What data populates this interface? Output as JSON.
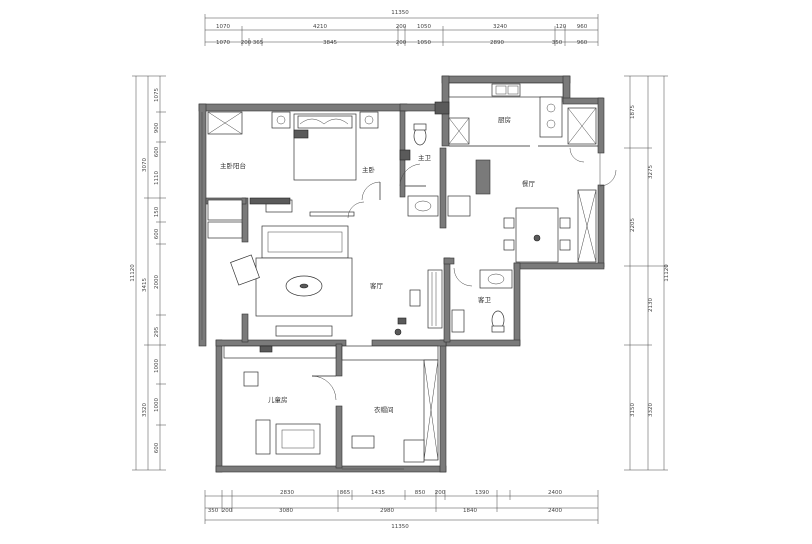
{
  "dimensions": {
    "top_row1": [
      "1070",
      "4210",
      "200",
      "1050",
      "3240",
      "120",
      "960"
    ],
    "top_row2": [
      "1070",
      "200",
      "365",
      "3845",
      "200",
      "1050",
      "2890",
      "350",
      "960"
    ],
    "top_total": "11350",
    "bottom_row1": [
      "2830",
      "865",
      "1435",
      "850",
      "200",
      "1390",
      "2400"
    ],
    "bottom_row2": [
      "350",
      "200",
      "3080",
      "2980",
      "1840",
      "2400"
    ],
    "bottom_total": "11350",
    "left_outer": [
      "3070",
      "3415",
      "3320"
    ],
    "left_inner": [
      "1075",
      "900",
      "600",
      "1110",
      "150",
      "600",
      "2000",
      "295",
      "1000",
      "1000",
      "600"
    ],
    "left_total": "11120",
    "right_inner": [
      "1875",
      "2205",
      "3150"
    ],
    "right_outer": [
      "3275",
      "2130",
      "3320"
    ],
    "right_total": "11120"
  },
  "rooms": {
    "master_balcony": "主卧阳台",
    "master_bedroom": "主卧",
    "master_bath": "主卫",
    "kitchen": "厨房",
    "dining": "餐厅",
    "living": "客厅",
    "guest_bath": "客卫",
    "kids_room": "儿童房",
    "cloakroom": "衣帽间"
  }
}
